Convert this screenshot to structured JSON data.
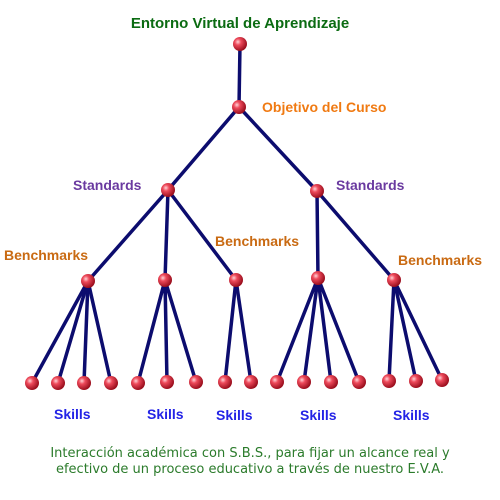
{
  "title": "Entorno Virtual de Aprendizaje",
  "objective_label": "Objetivo del Curso",
  "standards": [
    "Standards",
    "Standards"
  ],
  "benchmarks": [
    "Benchmarks",
    "Benchmarks",
    "Benchmarks"
  ],
  "skills": [
    "Skills",
    "Skills",
    "Skills",
    "Skills",
    "Skills"
  ],
  "caption_lines": [
    "Interacción académica con S.B.S., para fijar un alcance real y",
    "efectivo de un proceso educativo a través de nuestro E.V.A."
  ],
  "colors": {
    "line": "#0c0c6e",
    "node": "#d8263a",
    "title": "#0b6b12",
    "objective": "#f07a12",
    "standards": "#6a3aa0",
    "benchmarks": "#c96a12",
    "skills": "#2323e6",
    "caption": "#2b7b2b"
  }
}
